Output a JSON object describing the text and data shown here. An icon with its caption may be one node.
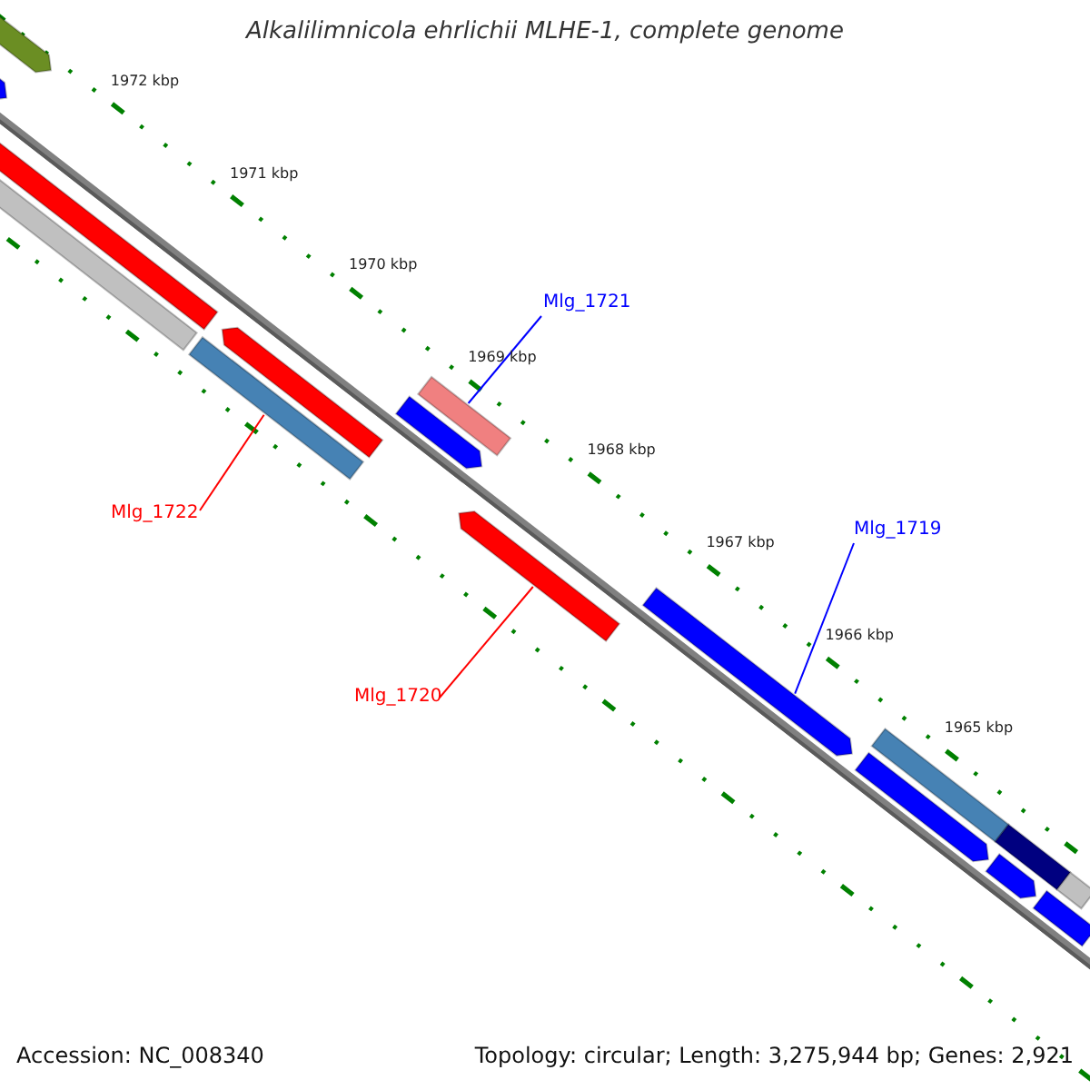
{
  "diagram": {
    "title": "Alkalilimnicola ehrlichii MLHE-1, complete genome",
    "nodes": [
      {
        "text": [
          "Mlg_1721"
        ]
      },
      {
        "text": [
          "Mlg_1722"
        ]
      },
      {
        "text": [
          "Mlg_1719"
        ]
      },
      {
        "text": [
          "Mlg_1720"
        ]
      },
      {
        "text": [],
        "shape": "bar"
      },
      {
        "text": [],
        "shape": "bar"
      },
      {
        "text": [],
        "shape": "bar"
      },
      {
        "text": [],
        "shape": "bar"
      },
      {
        "text": [],
        "shape": "bar"
      },
      {
        "text": [],
        "shape": "bar"
      },
      {
        "text": [],
        "shape": "bar"
      },
      {
        "text": [],
        "shape": "bar"
      },
      {
        "text": [],
        "shape": "bar"
      },
      {
        "text": [],
        "shape": "bar"
      },
      {
        "text": [],
        "shape": "bar"
      },
      {
        "text": [],
        "shape": "bar"
      },
      {
        "text": [],
        "shape": "bar"
      },
      {
        "text": [],
        "shape": "bar"
      },
      {
        "text": [],
        "shape": "bar"
      },
      {
        "text": [],
        "shape": "bar"
      }
    ],
    "edges": [
      {
        "from": 0,
        "to": 4,
        "arrow": "none",
        "color": "#0000ff"
      },
      {
        "from": 1,
        "to": 5,
        "arrow": "none",
        "color": "#ff0000"
      },
      {
        "from": 2,
        "to": 6,
        "arrow": "none",
        "color": "#0000ff"
      },
      {
        "from": 3,
        "to": 7,
        "arrow": "none",
        "color": "#ff0000"
      }
    ],
    "labels": [
      "1972 kbp",
      "1971 kbp",
      "1970 kbp",
      "1969 kbp",
      "1968 kbp",
      "1967 kbp",
      "1966 kbp",
      "1965 kbp",
      "Accession: NC_008340",
      "Topology: circular; Length: 3,275,944 bp; Genes: 2,921"
    ]
  }
}
